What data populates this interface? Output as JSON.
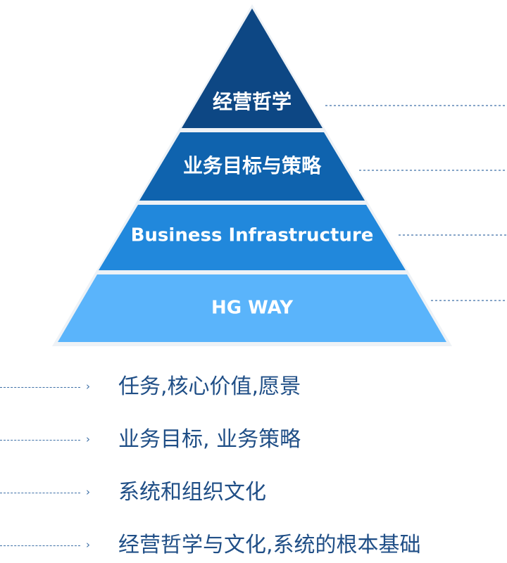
{
  "pyramid": {
    "tiers": [
      {
        "label": "经营哲学",
        "color": "#0d4784"
      },
      {
        "label": "业务目标与策略",
        "color": "#0f63ae"
      },
      {
        "label": "Business Infrastructure",
        "color": "#2188dc"
      },
      {
        "label": "HG WAY",
        "color": "#5ab4fb"
      }
    ]
  },
  "descriptions": [
    {
      "text": "任务,核心价值,愿景",
      "arrow": "›"
    },
    {
      "text": "业务目标, 业务策略",
      "arrow": "›"
    },
    {
      "text": "系统和组织文化",
      "arrow": "›"
    },
    {
      "text": "经营哲学与文化,系统的根本基础",
      "arrow": "›"
    }
  ]
}
